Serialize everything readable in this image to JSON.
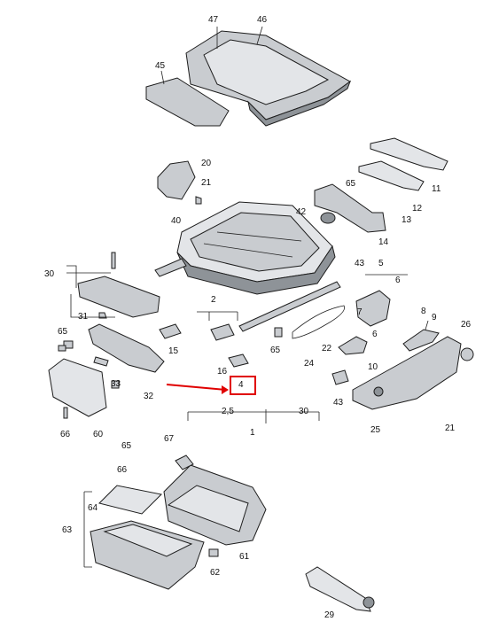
{
  "labels": [
    {
      "text": "47"
    },
    {
      "text": "46"
    },
    {
      "text": "45"
    },
    {
      "text": "20"
    },
    {
      "text": "21"
    },
    {
      "text": "65"
    },
    {
      "text": "11"
    },
    {
      "text": "12"
    },
    {
      "text": "42"
    },
    {
      "text": "13"
    },
    {
      "text": "14"
    },
    {
      "text": "40"
    },
    {
      "text": "5"
    },
    {
      "text": "43"
    },
    {
      "text": "6"
    },
    {
      "text": "30"
    },
    {
      "text": "2"
    },
    {
      "text": "31"
    },
    {
      "text": "65"
    },
    {
      "text": "7"
    },
    {
      "text": "8"
    },
    {
      "text": "9"
    },
    {
      "text": "26"
    },
    {
      "text": "6"
    },
    {
      "text": "22"
    },
    {
      "text": "65"
    },
    {
      "text": "15"
    },
    {
      "text": "16"
    },
    {
      "text": "24"
    },
    {
      "text": "10"
    },
    {
      "text": "33"
    },
    {
      "text": "4"
    },
    {
      "text": "43"
    },
    {
      "text": "32"
    },
    {
      "text": "25"
    },
    {
      "text": "21"
    },
    {
      "text": "60"
    },
    {
      "text": "66"
    },
    {
      "text": "2,5"
    },
    {
      "text": "30"
    },
    {
      "text": "1"
    },
    {
      "text": "65"
    },
    {
      "text": "67"
    },
    {
      "text": "66"
    },
    {
      "text": "64"
    },
    {
      "text": "63"
    },
    {
      "text": "61"
    },
    {
      "text": "62"
    },
    {
      "text": "29"
    }
  ],
  "highlight": {
    "label": "4",
    "color": "#e00000"
  }
}
